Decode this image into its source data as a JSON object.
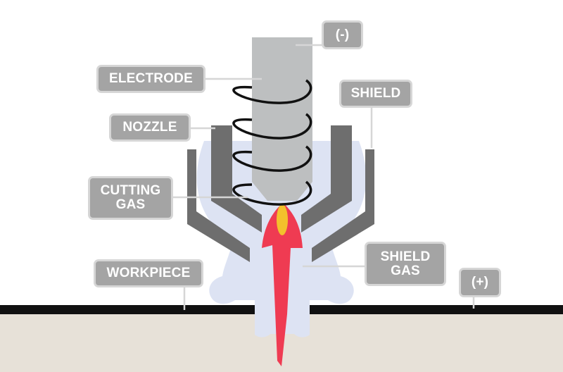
{
  "labels": {
    "negative": "(-)",
    "electrode": "ELECTRODE",
    "shield": "SHIELD",
    "nozzle": "NOZZLE",
    "cutting_gas": "CUTTING\nGAS",
    "workpiece": "WORKPIECE",
    "shield_gas": "SHIELD\nGAS",
    "positive": "(+)"
  },
  "colors": {
    "label_fill": "#a4a4a4",
    "label_border": "#d6d6d6",
    "electrode": "#bdbfc0",
    "nozzle_shield": "#6e6e6e",
    "gas": "#dde3f3",
    "arc": "#ef3b52",
    "arc_core": "#f3c12c",
    "workpiece": "#e7e1d8",
    "workpiece_top": "#111111",
    "coil": "#111111"
  }
}
